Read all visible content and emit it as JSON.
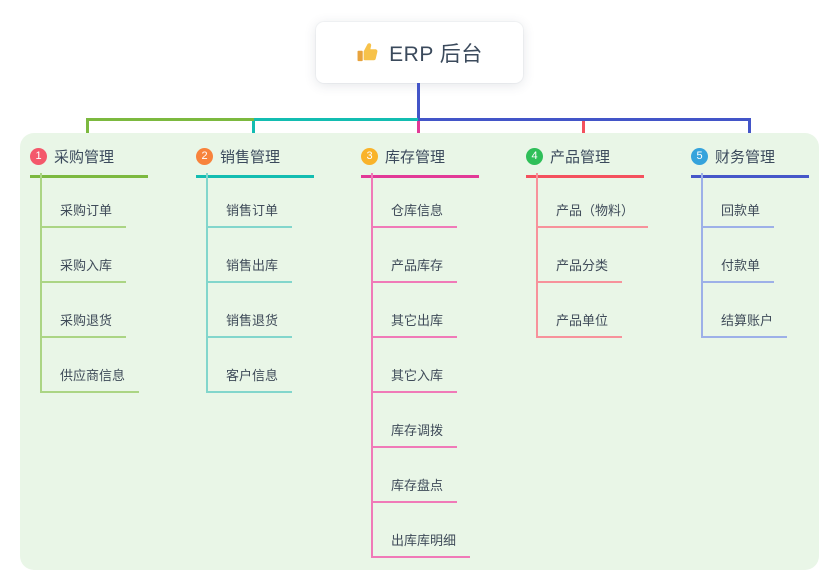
{
  "root": {
    "icon": "thumbs-up-icon",
    "title": "ERP 后台"
  },
  "branches": [
    {
      "index": "1",
      "label": "采购管理",
      "colors": {
        "badge": "#f4586b",
        "line": "#7cb93f",
        "child_line": "#abd584"
      },
      "children": [
        "采购订单",
        "采购入库",
        "采购退货",
        "供应商信息"
      ]
    },
    {
      "index": "2",
      "label": "销售管理",
      "colors": {
        "badge": "#f8833c",
        "line": "#13bdb1",
        "child_line": "#82d6cc"
      },
      "children": [
        "销售订单",
        "销售出库",
        "销售退货",
        "客户信息"
      ]
    },
    {
      "index": "3",
      "label": "库存管理",
      "colors": {
        "badge": "#f9b32a",
        "line": "#e23a97",
        "child_line": "#f07ab8"
      },
      "children": [
        "仓库信息",
        "产品库存",
        "其它出库",
        "其它入库",
        "库存调拨",
        "库存盘点",
        "出库库明细"
      ]
    },
    {
      "index": "4",
      "label": "产品管理",
      "colors": {
        "badge": "#2fbf59",
        "line": "#f4515e",
        "child_line": "#f7929b"
      },
      "children": [
        "产品（物料）",
        "产品分类",
        "产品单位"
      ]
    },
    {
      "index": "5",
      "label": "财务管理",
      "colors": {
        "badge": "#35a3dc",
        "line": "#4657c9",
        "child_line": "#9db0e8"
      },
      "children": [
        "回款单",
        "付款单",
        "结算账户"
      ]
    }
  ],
  "colors": {
    "stem_blue": "#4355c8",
    "rail_green": "#7cb93f",
    "rail_teal": "#13bdb1",
    "rail_blue": "#4355c8",
    "drop_magenta": "#e23a97",
    "drop_red": "#f4515e",
    "panel_bg": "#e9f6e7",
    "text_dark": "#3b4a5c",
    "text_mid": "#3f4b59",
    "thumb_yellow": "#f7c24a"
  }
}
